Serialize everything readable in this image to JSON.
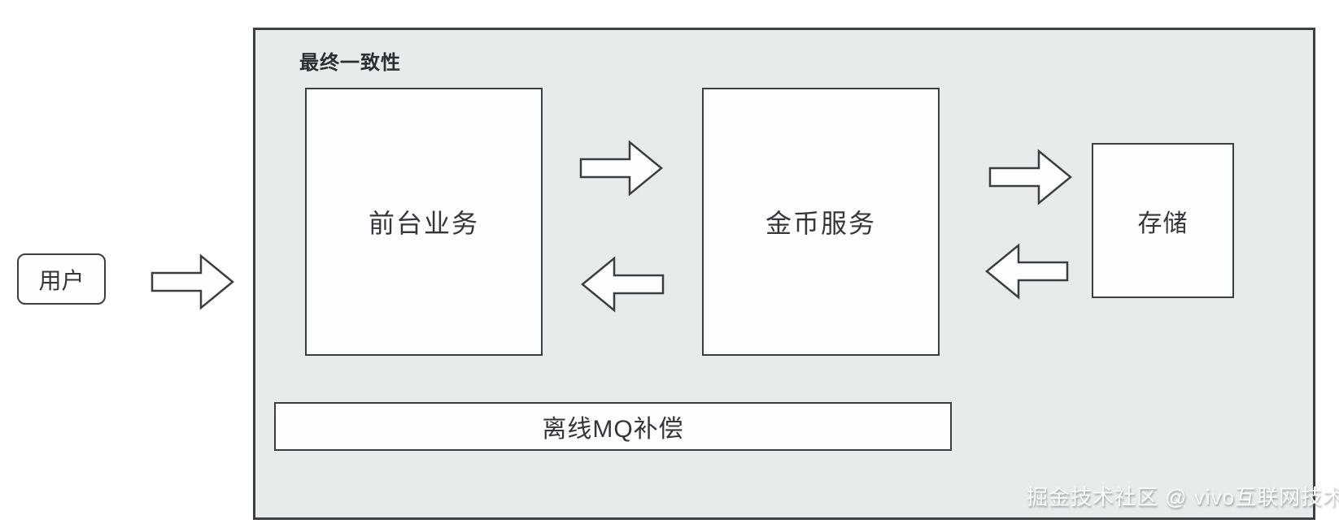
{
  "diagram": {
    "group": {
      "label": "最终一致性"
    },
    "nodes": {
      "user": {
        "label": "用户"
      },
      "frontend": {
        "label": "前台业务"
      },
      "coin_service": {
        "label": "金币服务"
      },
      "storage": {
        "label": "存储"
      },
      "mq_compensation": {
        "label": "离线MQ补偿"
      }
    },
    "arrows": [
      {
        "name": "user-to-group",
        "direction": "right"
      },
      {
        "name": "frontend-to-coin-service",
        "direction": "right"
      },
      {
        "name": "coin-service-to-frontend",
        "direction": "left"
      },
      {
        "name": "coin-service-to-storage",
        "direction": "right"
      },
      {
        "name": "storage-to-coin-service",
        "direction": "left"
      }
    ],
    "watermark": {
      "text": "掘金技术社区 @ vivo互联网技术"
    },
    "colors": {
      "page_background": "#ffffff",
      "group_fill": "#e8ebec",
      "outline": "#3b4045",
      "node_fill": "#fdfdfd",
      "text": "#33363a",
      "watermark_text": "#fafbfb"
    }
  }
}
